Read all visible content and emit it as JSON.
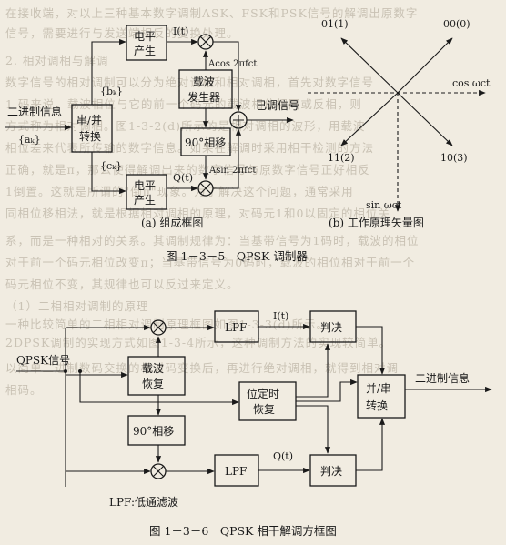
{
  "background_text": [
    "在接收端，对以上三种基本数字调制ASK、FSK和PSK信号的解调出原数字",
    "信号，需要进行与发送端相反的变换处理。",
    "2. 相对调相与解调",
    "数字信号的相对调制可以分为绝对调相和相对调相，首先对数字信号",
    "1 码来说，载波相位与它的前一个码元的载波相位相同或反相，则",
    "方式称为相对调相。图1-3-2(d)所示的是相对调相的波形，用载波",
    "相位差来代表所传输的数字信息。如果在解调时采用相干检测的方法",
    "正确，就是π，那么使得解调出来的数字信号与原数字信号正好相反",
    "1倒置。这就是所谓的\"倒π\"现象。为了解决这个问题，通常采用",
    "同相位移相法，就是根据相对调相的原理，对码元1和0以固定的相位关",
    "系，而是一种相对的关系。其调制规律为：当基带信号为1码时，载波的相位",
    "对于前一个码元相位改变π；当基带信号为0码时，载波的相位相对于前一个",
    "码元相位不变，其规律也可以反过来定义。",
    "（1）二相相对调制的原理",
    "一种比较简单的二相相对调制原理框图如图1-3-3(d)所示。",
    "2DPSK调制的实现方式如图1-3-4所示，这种调制方法的实现较简单。",
    "以简单二进制数码交换的相对码变换后，再进行绝对调相，就得到相对调",
    "相码。"
  ],
  "fig1": {
    "input_label": "二进制信息",
    "input_seq": "{aₖ}",
    "sp_l1": "串/并",
    "sp_l2": "转换",
    "bk": "{bₖ}",
    "ck": "{cₖ}",
    "lvl_top_l1": "电平",
    "lvl_top_l2": "产生",
    "lvl_bot_l1": "电平",
    "lvl_bot_l2": "产生",
    "It": "I(t)",
    "Qt": "Q(t)",
    "carrier_l1": "载波",
    "carrier_l2": "发生器",
    "acos": "Acos 2πfct",
    "asin": "Asin 2πfct",
    "phase90": "90°相移",
    "out_label": "已调信号",
    "sub_a": "(a) 组成框图",
    "sub_b": "(b) 工作原理矢量图",
    "vec_01": "01(1)",
    "vec_00": "00(0)",
    "vec_11": "11(2)",
    "vec_10": "10(3)",
    "vec_cos": "cos ωct",
    "vec_sin": "sin ωct",
    "caption": "图 1－3－5　QPSK 调制器"
  },
  "fig2": {
    "in_label": "QPSK信号",
    "lpf_top": "LPF",
    "lpf_bot": "LPF",
    "It": "I(t)",
    "Qt": "Q(t)",
    "judge_top": "判决",
    "judge_bot": "判决",
    "carrier_l1": "载波",
    "carrier_l2": "恢复",
    "phase90": "90°相移",
    "timing_l1": "位定时",
    "timing_l2": "恢复",
    "ps_l1": "并/串",
    "ps_l2": "转换",
    "out_label": "二进制信息",
    "lpf_note": "LPF:低通滤波",
    "caption": "图 1－3－6　QPSK 相干解调方框图"
  }
}
